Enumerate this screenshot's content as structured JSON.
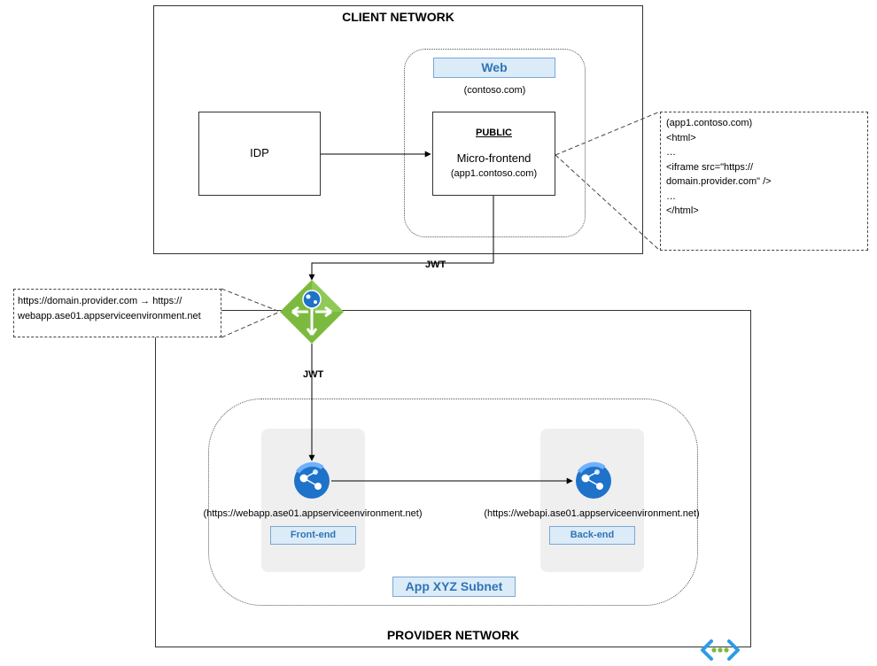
{
  "client_network": {
    "title": "CLIENT NETWORK",
    "web": {
      "label": "Web",
      "domain": "(contoso.com)"
    },
    "idp": {
      "label": "IDP"
    },
    "public": {
      "heading": "PUBLIC",
      "label": "Micro-frontend",
      "domain": "(app1.contoso.com)"
    },
    "callout": {
      "lines": [
        "(app1.contoso.com)",
        "",
        "<html>",
        "…",
        "<iframe src=\"https://",
        "domain.provider.com\" />",
        "…",
        "</html>"
      ]
    }
  },
  "gateway": {
    "icon": "application-gateway-icon",
    "jwt_in": "JWT",
    "jwt_out": "JWT",
    "redirect_note": [
      "https://domain.provider.com → https://",
      "webapp.ase01.appserviceenvironment.net"
    ]
  },
  "provider_network": {
    "title": "PROVIDER NETWORK",
    "subnet": {
      "label": "App XYZ Subnet"
    },
    "frontend": {
      "url": "(https://webapp.ase01.appserviceenvironment.net)",
      "label": "Front-end",
      "icon": "app-service-icon"
    },
    "backend": {
      "url": "(https://webapi.ase01.appserviceenvironment.net)",
      "label": "Back-end",
      "icon": "app-service-icon"
    },
    "corner_icon": "virtual-network-icon"
  },
  "colors": {
    "accent": "#2e75b6",
    "tag_fill": "#dcebf8",
    "gateway_green": "#7cba3f",
    "app_blue": "#1f72c9"
  }
}
